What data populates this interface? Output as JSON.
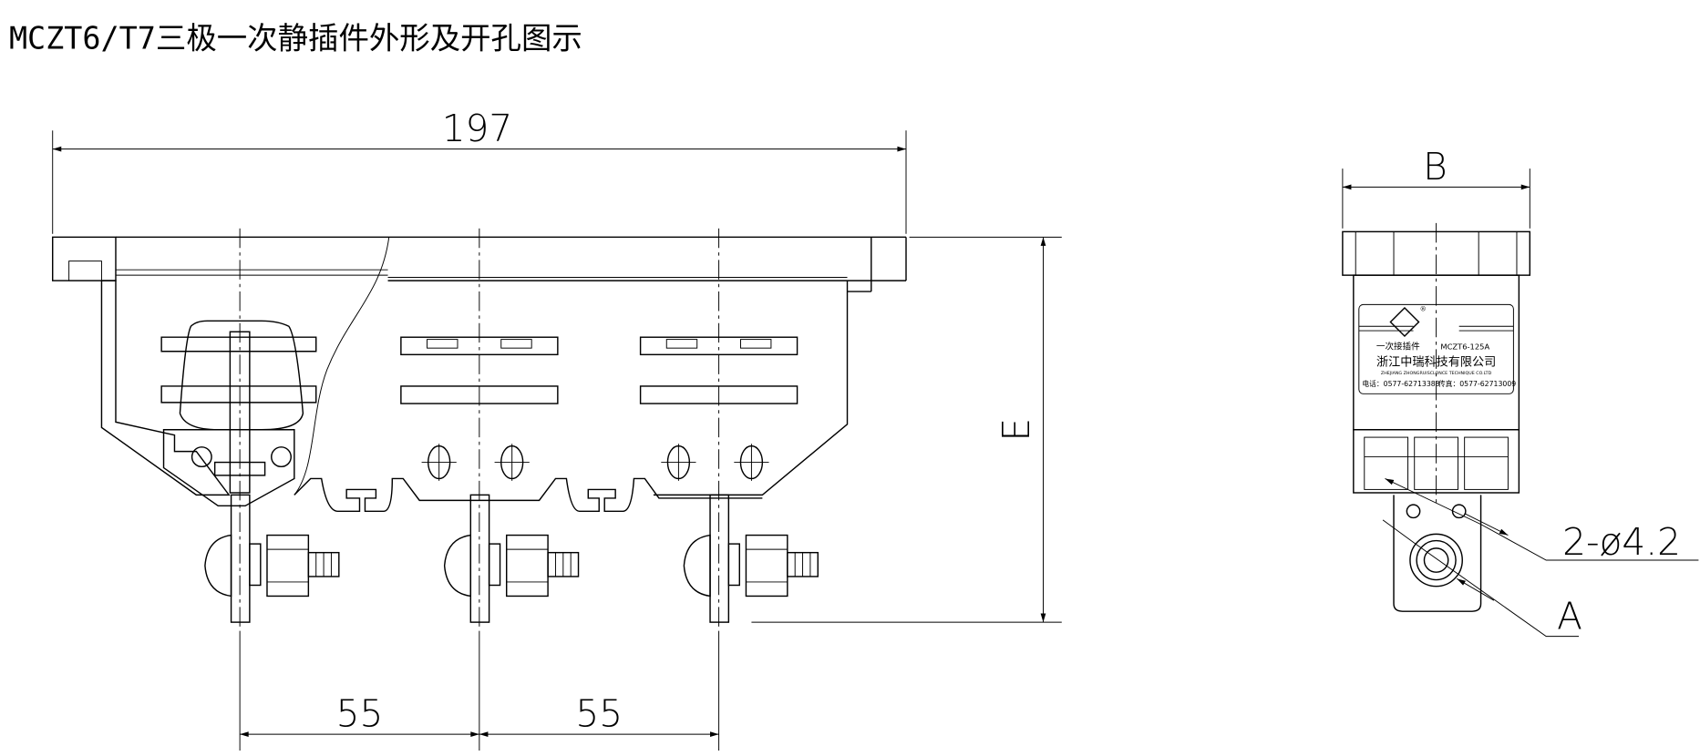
{
  "title": "MCZT6/T7三极一次静插件外形及开孔图示",
  "front_view": {
    "overall_width": "197",
    "height_label": "E",
    "pitch_left": "55",
    "pitch_right": "55"
  },
  "side_view": {
    "width_label": "B",
    "hole_label": "2-ø4.2",
    "stud_label": "A",
    "nameplate": {
      "product": "一次接插件",
      "model": "MCZT6-125A",
      "company_cn": "浙江中瑞科技有限公司",
      "company_en": "ZHEJIANG ZHONGRUISCLONCE TECHNIQUE CO.LTD",
      "phone": "电话：0577-62713388",
      "fax": "传真：0577-62713009"
    }
  }
}
